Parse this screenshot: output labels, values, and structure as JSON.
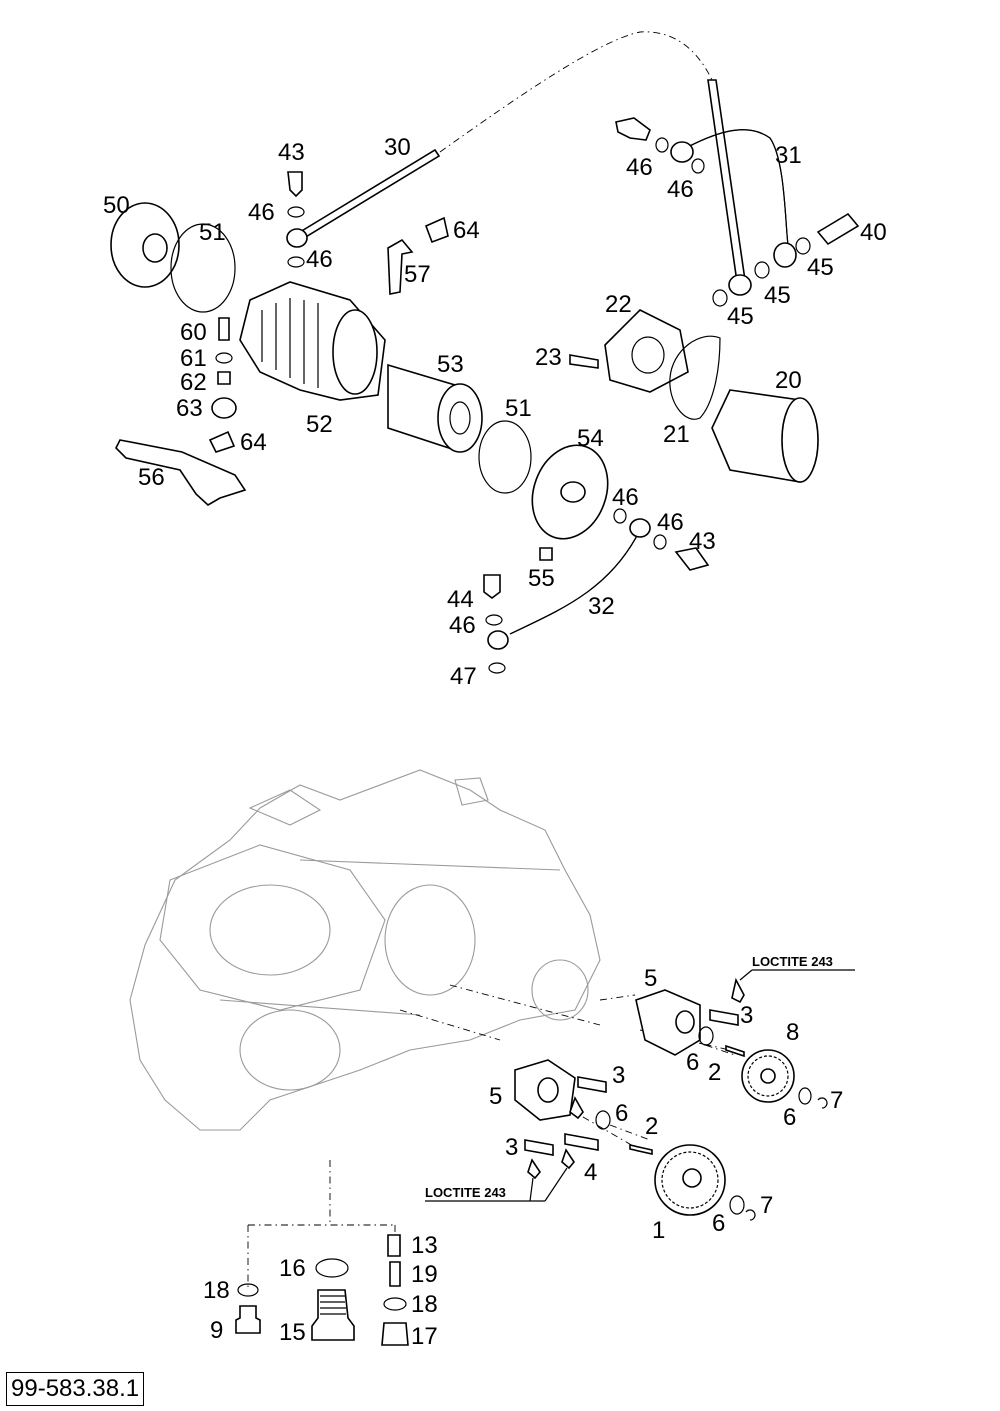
{
  "document_id": "99-583.38.1",
  "notes": [
    "LOCTITE 243",
    "LOCTITE 243"
  ],
  "part_labels": [
    "43",
    "30",
    "46",
    "50",
    "51",
    "46",
    "64",
    "31",
    "46",
    "46",
    "40",
    "45",
    "57",
    "45",
    "45",
    "22",
    "60",
    "61",
    "53",
    "23",
    "20",
    "62",
    "52",
    "51",
    "21",
    "63",
    "64",
    "54",
    "56",
    "46",
    "46",
    "43",
    "55",
    "44",
    "32",
    "46",
    "47",
    "5",
    "3",
    "8",
    "6",
    "2",
    "5",
    "3",
    "6",
    "7",
    "6",
    "2",
    "3",
    "4",
    "7",
    "1",
    "6",
    "13",
    "16",
    "19",
    "18",
    "18",
    "15",
    "9",
    "17"
  ]
}
